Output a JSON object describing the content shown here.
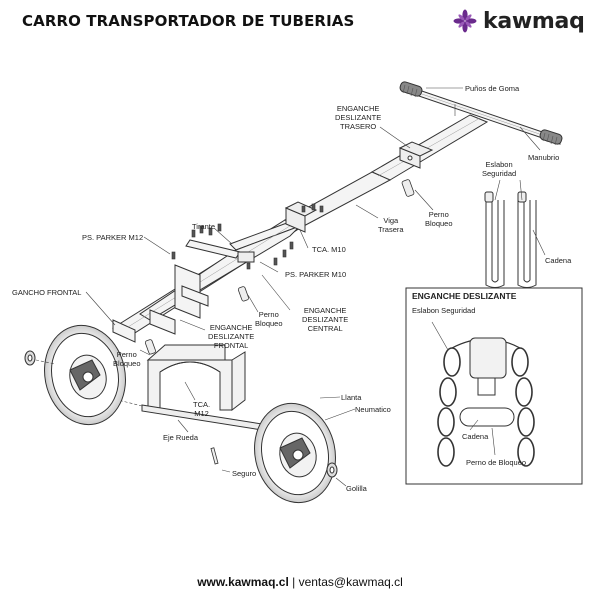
{
  "header": {
    "title": "CARRO TRANSPORTADOR DE TUBERIAS",
    "brand": "kawmaq",
    "brand_accent": "#6a2a8c"
  },
  "labels": {
    "punos": "Puños de Goma",
    "enganche_trasero": "ENGANCHE\nDESLIZANTE\nTRASERO",
    "manubrio": "Manubrio",
    "eslabon_top": "Eslabon\nSeguridad",
    "perno_bloqueo_1": "Perno\nBloqueo",
    "viga_trasera": "Viga\nTrasera",
    "cadena": "Cadena",
    "tirante": "Tirante",
    "ps_parker_m12": "PS. PARKER M12",
    "tca_m10": "TCA. M10",
    "ps_parker_m10": "PS. PARKER M10",
    "gancho_frontal": "GANCHO FRONTAL",
    "enganche_central": "ENGANCHE\nDESLIZANTE\nCENTRAL",
    "perno_bloqueo_2": "Perno\nBloqueo",
    "enganche_frontal": "ENGANCHE\nDESLIZANTE\nFRONTAL",
    "perno_bloqueo_3": "Perno\nBloqueo",
    "tca_m12": "TCA.\nM12",
    "eje_rueda": "Eje Rueda",
    "llanta": "Llanta",
    "neumatico": "Neumatico",
    "seguro": "Seguro",
    "golilla": "Golilla"
  },
  "detail_box": {
    "title": "ENGANCHE DESLIZANTE",
    "eslabon": "Eslabon Seguridad",
    "cadena": "Cadena",
    "perno": "Perno de Bloqueo"
  },
  "footer": {
    "web": "www.kawmaq.cl",
    "separator": " | ",
    "email": "ventas@kawmaq.cl"
  }
}
